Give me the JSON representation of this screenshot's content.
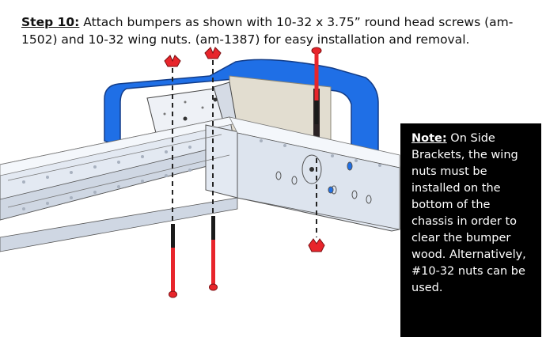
{
  "instruction": {
    "step_label": "Step 10:",
    "text": " Attach bumpers as shown with 10-32 x 3.75” round head screws (am-1502) and 10-32 wing nuts. (am-1387) for easy installation and removal."
  },
  "note": {
    "label": "Note:",
    "text": " On Side Brackets, the wing nuts must be installed on the bottom of the chassis in order to clear the bumper wood. Alternatively, #10-32 nuts can be used."
  },
  "colors": {
    "bumper_blue": "#1f6fe6",
    "screw_red": "#e8252b",
    "chassis_gray": "#e3e9f2",
    "wood": "#e2ddd0",
    "note_bg": "#000000"
  }
}
